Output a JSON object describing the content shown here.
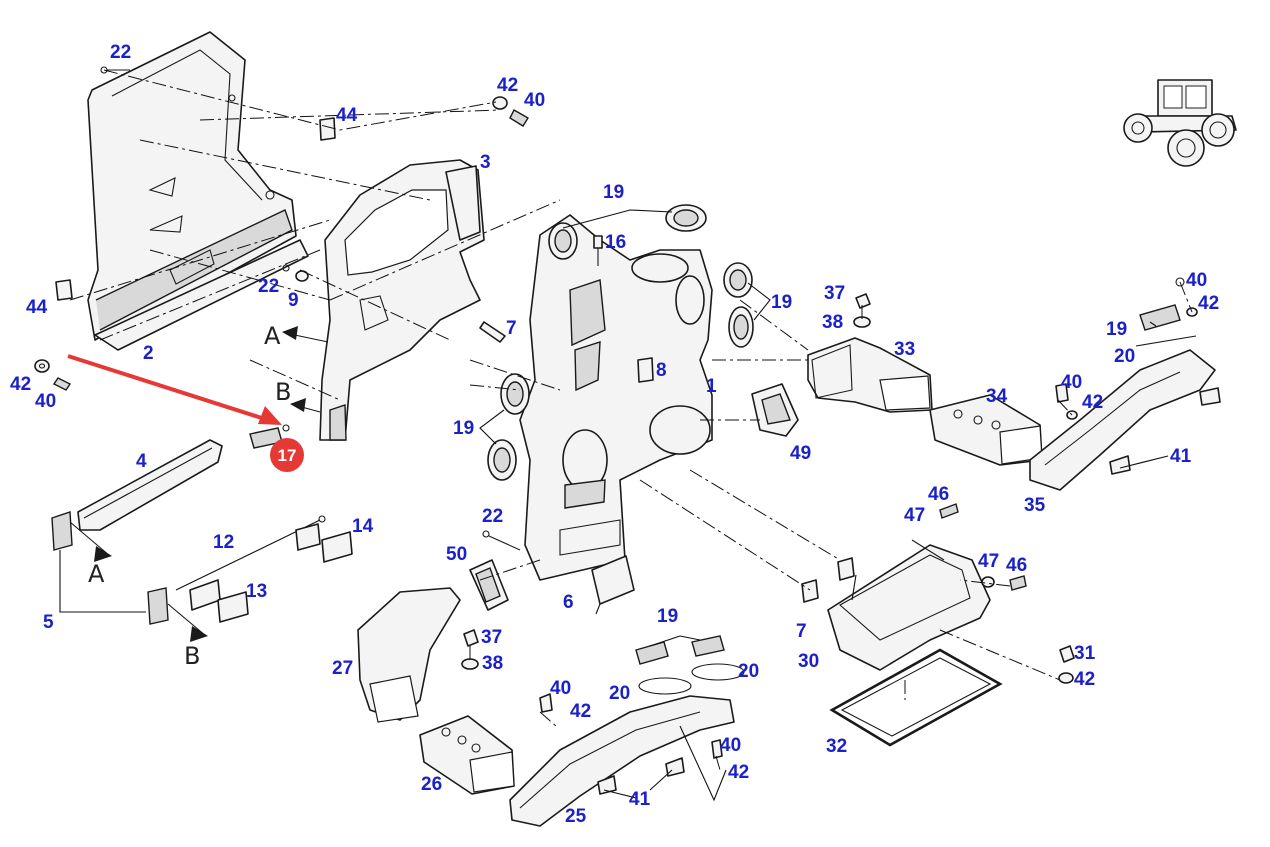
{
  "callouts": [
    {
      "id": "c22a",
      "text": "22"
    },
    {
      "id": "c42a",
      "text": "42"
    },
    {
      "id": "c40a",
      "text": "40"
    },
    {
      "id": "c44a",
      "text": "44"
    },
    {
      "id": "c3",
      "text": "3"
    },
    {
      "id": "c19a",
      "text": "19"
    },
    {
      "id": "c16",
      "text": "16"
    },
    {
      "id": "c22b",
      "text": "22"
    },
    {
      "id": "c9",
      "text": "9"
    },
    {
      "id": "c44b",
      "text": "44"
    },
    {
      "id": "c2",
      "text": "2"
    },
    {
      "id": "c7a",
      "text": "7"
    },
    {
      "id": "c19b",
      "text": "19"
    },
    {
      "id": "c37a",
      "text": "37"
    },
    {
      "id": "c38a",
      "text": "38"
    },
    {
      "id": "c33",
      "text": "33"
    },
    {
      "id": "c8",
      "text": "8"
    },
    {
      "id": "c40b",
      "text": "40"
    },
    {
      "id": "c42b",
      "text": "42"
    },
    {
      "id": "c19c",
      "text": "19"
    },
    {
      "id": "c20a",
      "text": "20"
    },
    {
      "id": "c42c",
      "text": "42"
    },
    {
      "id": "c40c",
      "text": "40"
    },
    {
      "id": "c1",
      "text": "1"
    },
    {
      "id": "c34",
      "text": "34"
    },
    {
      "id": "c40d",
      "text": "40"
    },
    {
      "id": "c42d",
      "text": "42"
    },
    {
      "id": "c19d",
      "text": "19"
    },
    {
      "id": "c49",
      "text": "49"
    },
    {
      "id": "c41a",
      "text": "41"
    },
    {
      "id": "c4",
      "text": "4"
    },
    {
      "id": "c35",
      "text": "35"
    },
    {
      "id": "c46a",
      "text": "46"
    },
    {
      "id": "c47a",
      "text": "47"
    },
    {
      "id": "c22c",
      "text": "22"
    },
    {
      "id": "c12",
      "text": "12"
    },
    {
      "id": "c14",
      "text": "14"
    },
    {
      "id": "c50",
      "text": "50"
    },
    {
      "id": "c47b",
      "text": "47"
    },
    {
      "id": "c46b",
      "text": "46"
    },
    {
      "id": "c13",
      "text": "13"
    },
    {
      "id": "c5",
      "text": "5"
    },
    {
      "id": "c6",
      "text": "6"
    },
    {
      "id": "c7b",
      "text": "7"
    },
    {
      "id": "c19e",
      "text": "19"
    },
    {
      "id": "c37b",
      "text": "37"
    },
    {
      "id": "c27",
      "text": "27"
    },
    {
      "id": "c38b",
      "text": "38"
    },
    {
      "id": "c20b",
      "text": "20"
    },
    {
      "id": "c20c",
      "text": "20"
    },
    {
      "id": "c30",
      "text": "30"
    },
    {
      "id": "c31",
      "text": "31"
    },
    {
      "id": "c42e",
      "text": "42"
    },
    {
      "id": "c40e",
      "text": "40"
    },
    {
      "id": "c42f",
      "text": "42"
    },
    {
      "id": "c40f",
      "text": "40"
    },
    {
      "id": "c42g",
      "text": "42"
    },
    {
      "id": "c32",
      "text": "32"
    },
    {
      "id": "c26",
      "text": "26"
    },
    {
      "id": "c41b",
      "text": "41"
    },
    {
      "id": "c25",
      "text": "25"
    }
  ],
  "view_letters": [
    "A",
    "B",
    "A",
    "B"
  ],
  "highlight": {
    "label": "17",
    "color": "#e53935"
  },
  "colors": {
    "callout": "#1b21c8",
    "arrow": "#e53935",
    "line": "#1a1a1a"
  },
  "icons": [
    "tractor-icon"
  ]
}
